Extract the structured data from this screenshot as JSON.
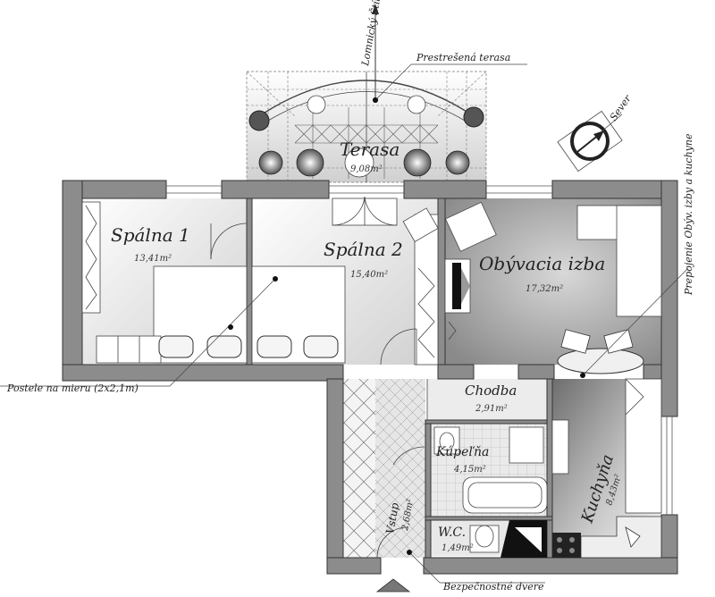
{
  "rooms": {
    "terasa": {
      "name": "Terasa",
      "area": "9,08m²"
    },
    "spalna1": {
      "name": "Spálna 1",
      "area": "13,41m²"
    },
    "spalna2": {
      "name": "Spálna 2",
      "area": "15,40m²"
    },
    "obyvacia": {
      "name": "Obývacia izba",
      "area": "17,32m²"
    },
    "chodba": {
      "name": "Chodba",
      "area": "2,91m²"
    },
    "kupelna": {
      "name": "Kúpeľňa",
      "area": "4,15m²"
    },
    "kuchyna": {
      "name": "Kuchyňa",
      "area": "8,43m²"
    },
    "wc": {
      "name": "W.C.",
      "area": "1,49m²"
    },
    "vstup": {
      "name": "Vstup",
      "area": "2,68m²"
    }
  },
  "annotations": {
    "terrace_roof": "Prestrešená terasa",
    "beds": "Postele na mieru (2x2,1m)",
    "connection": "Prepojenie Obýv. izby a kuchyne",
    "door": "Bezpečnostné dvere",
    "lomnicky": "Lomnický Štít",
    "sever": "Sever"
  },
  "colors": {
    "wall": "#8c8c8c",
    "shade_dark": "#7a7a7a",
    "shade_light": "#f2f2f2"
  }
}
